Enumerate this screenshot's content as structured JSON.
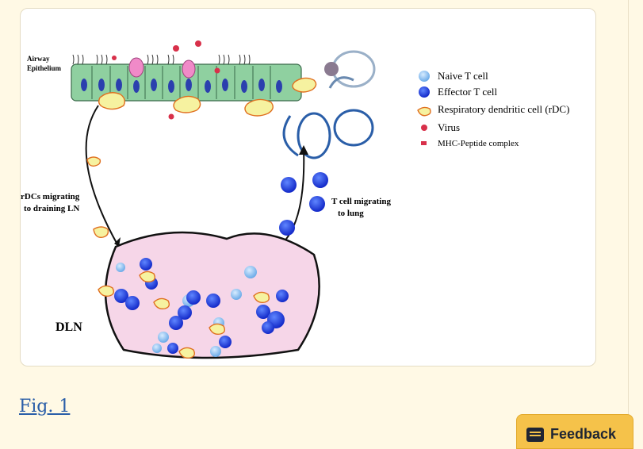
{
  "figure": {
    "labels": {
      "airway_line1": "Airway",
      "airway_line2": "Epithelium",
      "rdc_migrating_line1": "rDCs migrating",
      "rdc_migrating_line2": "to draining LN",
      "tcell_migrating_line1": "T cell migrating",
      "tcell_migrating_line2": "to lung",
      "dln": "DLN"
    },
    "legend": [
      {
        "name": "naive-t-cell",
        "label": "Naive T cell"
      },
      {
        "name": "effector-t-cell",
        "label": "Effector T cell"
      },
      {
        "name": "respiratory-dendritic-cell",
        "label": "Respiratory dendritic cell (rDC)"
      },
      {
        "name": "virus",
        "label": "Virus"
      },
      {
        "name": "mhc-peptide-complex",
        "label": "MHC-Peptide complex"
      }
    ],
    "colors": {
      "naive_t_cell": "#8fc3f2",
      "effector_t_cell": "#1f3fe0",
      "epithelium": "#8fd0a0",
      "dln_fill": "#f6d6e8",
      "virus": "#d8304a"
    }
  },
  "caption_link": "Fig. 1",
  "feedback": {
    "label": "Feedback"
  }
}
